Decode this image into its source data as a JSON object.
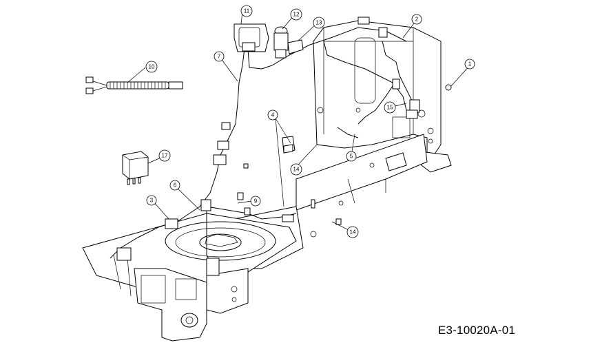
{
  "diagram": {
    "reference_code": "E3-10020A-01",
    "callouts": [
      {
        "id": "c1",
        "label": "1"
      },
      {
        "id": "c2",
        "label": "2"
      },
      {
        "id": "c3",
        "label": "3"
      },
      {
        "id": "c4",
        "label": "4"
      },
      {
        "id": "c5",
        "label": "5"
      },
      {
        "id": "c6",
        "label": "6"
      },
      {
        "id": "c7",
        "label": "7"
      },
      {
        "id": "c9",
        "label": "9"
      },
      {
        "id": "c10",
        "label": "10"
      },
      {
        "id": "c11",
        "label": "11"
      },
      {
        "id": "c12",
        "label": "12"
      },
      {
        "id": "c13",
        "label": "13"
      },
      {
        "id": "c14a",
        "label": "14"
      },
      {
        "id": "c14b",
        "label": "14"
      },
      {
        "id": "c15",
        "label": "15"
      },
      {
        "id": "c17",
        "label": "17"
      }
    ]
  }
}
